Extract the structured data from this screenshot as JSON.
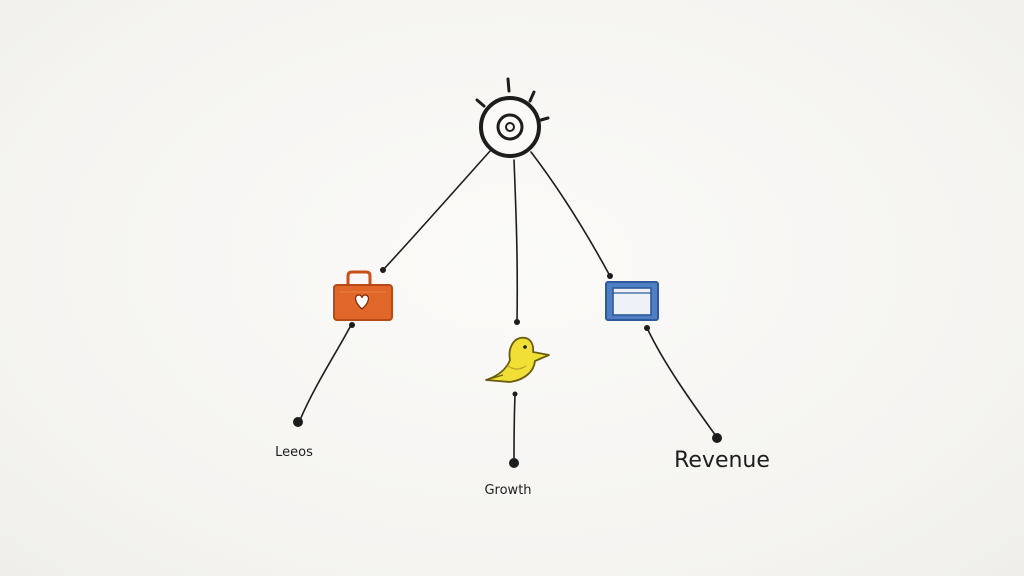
{
  "diagram": {
    "nodes": {
      "center": {
        "icon": "sun-target-icon"
      },
      "left": {
        "icon": "briefcase-heart-icon",
        "label": "Leeos",
        "color": "#e0662a"
      },
      "middle": {
        "icon": "bird-icon",
        "label": "Growth",
        "color": "#f2df36"
      },
      "right": {
        "icon": "window-screen-icon",
        "label": "Revenue",
        "color": "#4f7ec4"
      }
    },
    "ink_color": "#1d1d1d"
  }
}
